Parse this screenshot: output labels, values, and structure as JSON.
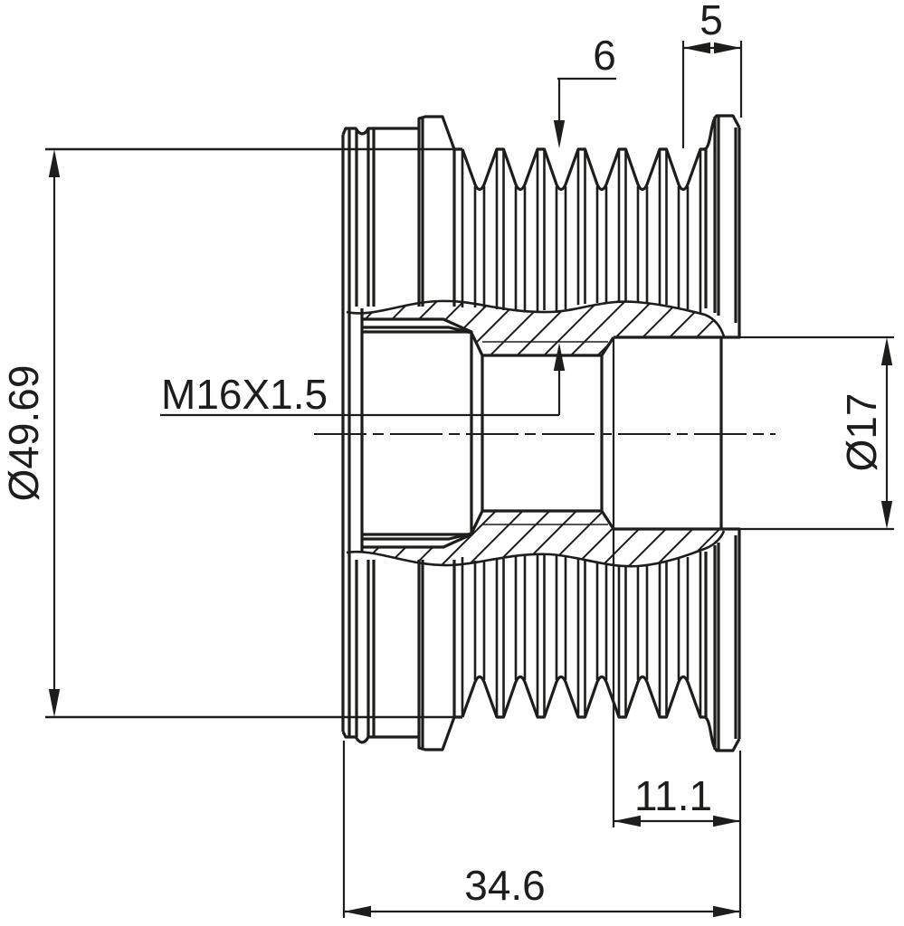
{
  "drawing": {
    "kind": "engineering cross-section of a poly-V alternator pulley",
    "colors": {
      "line": "#1d1d1b",
      "background": "#ffffff"
    }
  },
  "labels": {
    "rib_count": "6",
    "end_width": "5",
    "outer_diameter": "Ø49.69",
    "thread_spec": "M16X1.5",
    "bore_diameter": "Ø17",
    "bore_depth": "11.1",
    "overall_width": "34.6"
  }
}
